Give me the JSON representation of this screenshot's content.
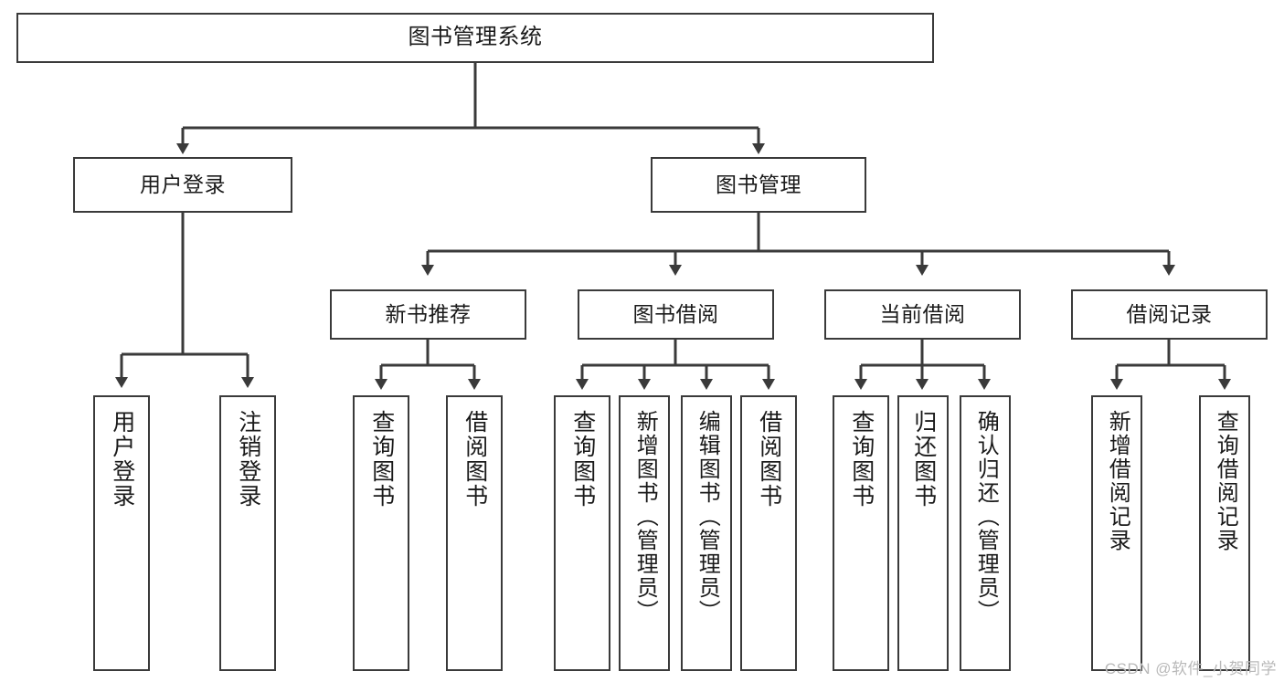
{
  "diagram": {
    "type": "tree",
    "title": "图书管理系统",
    "orientation": "top-down",
    "colors": {
      "box_border": "#3a3a3a",
      "box_fill": "#ffffff",
      "edge": "#3a3a3a",
      "text": "#1a1a1a",
      "watermark": "#b9b9b9",
      "background": "#ffffff"
    }
  },
  "watermark": {
    "text": "CSDN @软件_小贺同学"
  },
  "nodes": {
    "root": {
      "label": "图书管理系统",
      "level": 0
    },
    "level1": [
      {
        "id": "user-login",
        "label": "用户登录",
        "level": 1
      },
      {
        "id": "book-manage",
        "label": "图书管理",
        "level": 1
      }
    ],
    "level2": [
      {
        "id": "new-book-recommend",
        "label": "新书推荐",
        "level": 2,
        "parent": "book-manage"
      },
      {
        "id": "book-borrow",
        "label": "图书借阅",
        "level": 2,
        "parent": "book-manage"
      },
      {
        "id": "current-borrow",
        "label": "当前借阅",
        "level": 2,
        "parent": "book-manage"
      },
      {
        "id": "borrow-record",
        "label": "借阅记录",
        "level": 2,
        "parent": "book-manage"
      }
    ],
    "leaves": [
      {
        "id": "leaf-user-login",
        "label": "用户登录",
        "parent": "user-login"
      },
      {
        "id": "leaf-user-logout",
        "label": "注销登录",
        "parent": "user-login"
      },
      {
        "id": "leaf-query-book-1",
        "label": "查询图书",
        "parent": "new-book-recommend"
      },
      {
        "id": "leaf-borrow-book-1",
        "label": "借阅图书",
        "parent": "new-book-recommend"
      },
      {
        "id": "leaf-query-book-2",
        "label": "查询图书",
        "parent": "book-borrow"
      },
      {
        "id": "leaf-add-book",
        "label": "新增图书（管理员）",
        "parent": "book-borrow"
      },
      {
        "id": "leaf-edit-book",
        "label": "编辑图书（管理员）",
        "parent": "book-borrow"
      },
      {
        "id": "leaf-borrow-book-2",
        "label": "借阅图书",
        "parent": "book-borrow"
      },
      {
        "id": "leaf-query-book-3",
        "label": "查询图书",
        "parent": "current-borrow"
      },
      {
        "id": "leaf-return-book",
        "label": "归还图书",
        "parent": "current-borrow"
      },
      {
        "id": "leaf-confirm-return",
        "label": "确认归还（管理员）",
        "parent": "current-borrow"
      },
      {
        "id": "leaf-add-record",
        "label": "新增借阅记录",
        "parent": "borrow-record"
      },
      {
        "id": "leaf-query-record",
        "label": "查询借阅记录",
        "parent": "borrow-record"
      }
    ]
  }
}
